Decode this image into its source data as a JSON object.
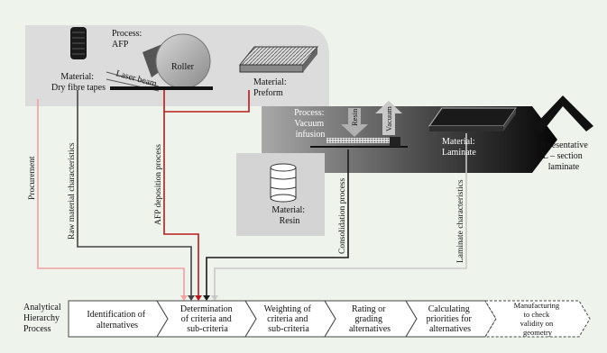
{
  "process_afp": [
    "Process:",
    "AFP"
  ],
  "roller_label": "Roller",
  "laser_label": "Laser beam",
  "dry_fibre": [
    "Material:",
    "Dry fibre tapes"
  ],
  "preform": [
    "Material:",
    "Preform"
  ],
  "vacuum_infusion": [
    "Process:",
    "Vacuum",
    "infusion"
  ],
  "resin_arrow": "Resin",
  "vacuum_arrow": "Vacuum",
  "laminate": [
    "Material:",
    "Laminate"
  ],
  "resin_material": [
    "Material:",
    "Resin"
  ],
  "representative": [
    "representative",
    "L – section",
    "laminate"
  ],
  "flows": {
    "procurement": "Procurement",
    "raw_material": "Raw material characteristics",
    "afp_deposition": "AFP deposition process",
    "consolidation": "Consolidation process",
    "laminate_char": "Laminate characteristics"
  },
  "ahp_label": [
    "Analytical",
    "Hierarchy",
    "Process"
  ],
  "steps": [
    [
      "Identification of",
      "alternatives"
    ],
    [
      "Determination",
      "of criteria and",
      "sub-criteria"
    ],
    [
      "Weighting of",
      "criteria and",
      "sub-criteria"
    ],
    [
      "Rating or",
      "grading",
      "alternatives"
    ],
    [
      "Calculating",
      "priorities for",
      "alternatives"
    ],
    [
      "Manufacturing",
      "to check",
      "validity on",
      "geometry"
    ]
  ],
  "colors": {
    "procurement_line": "#f2a0a0",
    "raw_line": "#444444",
    "afp_line": "#b81c1c",
    "consolidation_line": "#1a1a1a",
    "laminate_line": "#c8c8c8"
  }
}
